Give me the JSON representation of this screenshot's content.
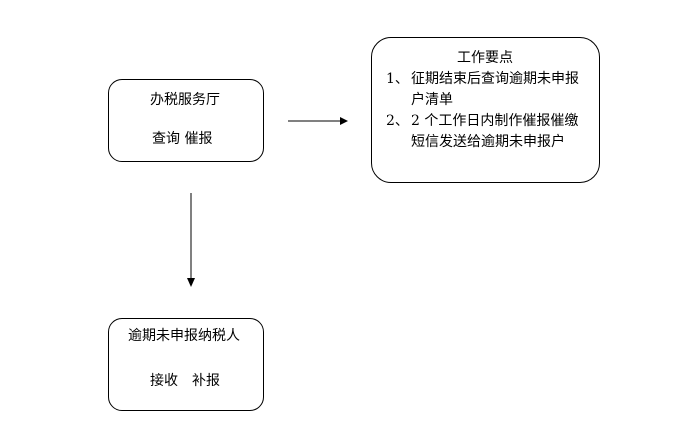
{
  "hall_box": {
    "title": "办税服务厅",
    "actions": "查询 催报"
  },
  "key_points_box": {
    "heading": "工作要点",
    "items": [
      {
        "num": "1、",
        "line1": "征期结束后查询逾期未申报",
        "line2": "户清单"
      },
      {
        "num": "2、",
        "line1": "2 个工作日内制作催报催缴",
        "line2": "短信发送给逾期未申报户"
      }
    ]
  },
  "taxpayer_box": {
    "title": "逾期未申报纳税人",
    "actions": "接收　补报"
  }
}
